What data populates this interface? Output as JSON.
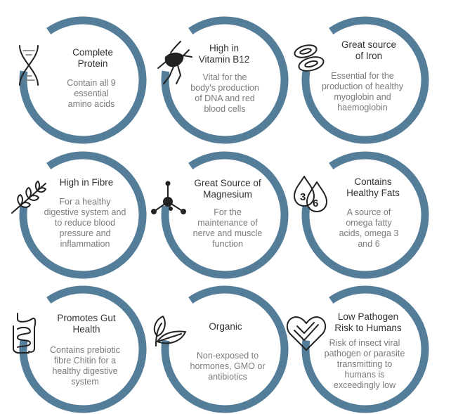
{
  "colors": {
    "ring": "#547d99",
    "title": "#333333",
    "description": "#7a7a7a",
    "icon": "#222222"
  },
  "cards": [
    {
      "icon": "dna-icon",
      "title": "Complete\nProtein",
      "description": "Contain all 9\nessential\namino acids"
    },
    {
      "icon": "cricket-icon",
      "title": "High in\nVitamin B12",
      "description": "Vital for the\nbody's production\nof DNA and red\nblood cells"
    },
    {
      "icon": "blood-cells-icon",
      "title": "Great source\nof Iron",
      "description": "Essential for the\nproduction of healthy\nmyoglobin and\nhaemoglobin"
    },
    {
      "icon": "wheat-icon",
      "title": "High in Fibre",
      "description": "For a healthy\ndigestive system and\nto reduce blood\npressure and\ninflammation"
    },
    {
      "icon": "magnesium-molecule-icon",
      "title": "Great Source of\nMagnesium",
      "description": "For the\nmaintenance of\nnerve and muscle\nfunction"
    },
    {
      "icon": "omega-drops-icon",
      "icon_labels": [
        "3",
        "6"
      ],
      "title": "Contains\nHealthy Fats",
      "description": "A source of\nomega fatty\nacids, omega 3\nand 6"
    },
    {
      "icon": "intestine-icon",
      "title": "Promotes Gut\nHealth",
      "description": "Contains prebiotic\nfibre Chitin for a\nhealthy digestive\nsystem"
    },
    {
      "icon": "leaf-icon",
      "title": "Organic",
      "description": "Non-exposed to\nhormones, GMO or\nantibiotics"
    },
    {
      "icon": "heart-check-icon",
      "title": "Low Pathogen\nRisk to Humans",
      "description": "Risk of insect viral\npathogen or parasite\ntransmitting to\nhumans is\nexceedingly low"
    }
  ]
}
